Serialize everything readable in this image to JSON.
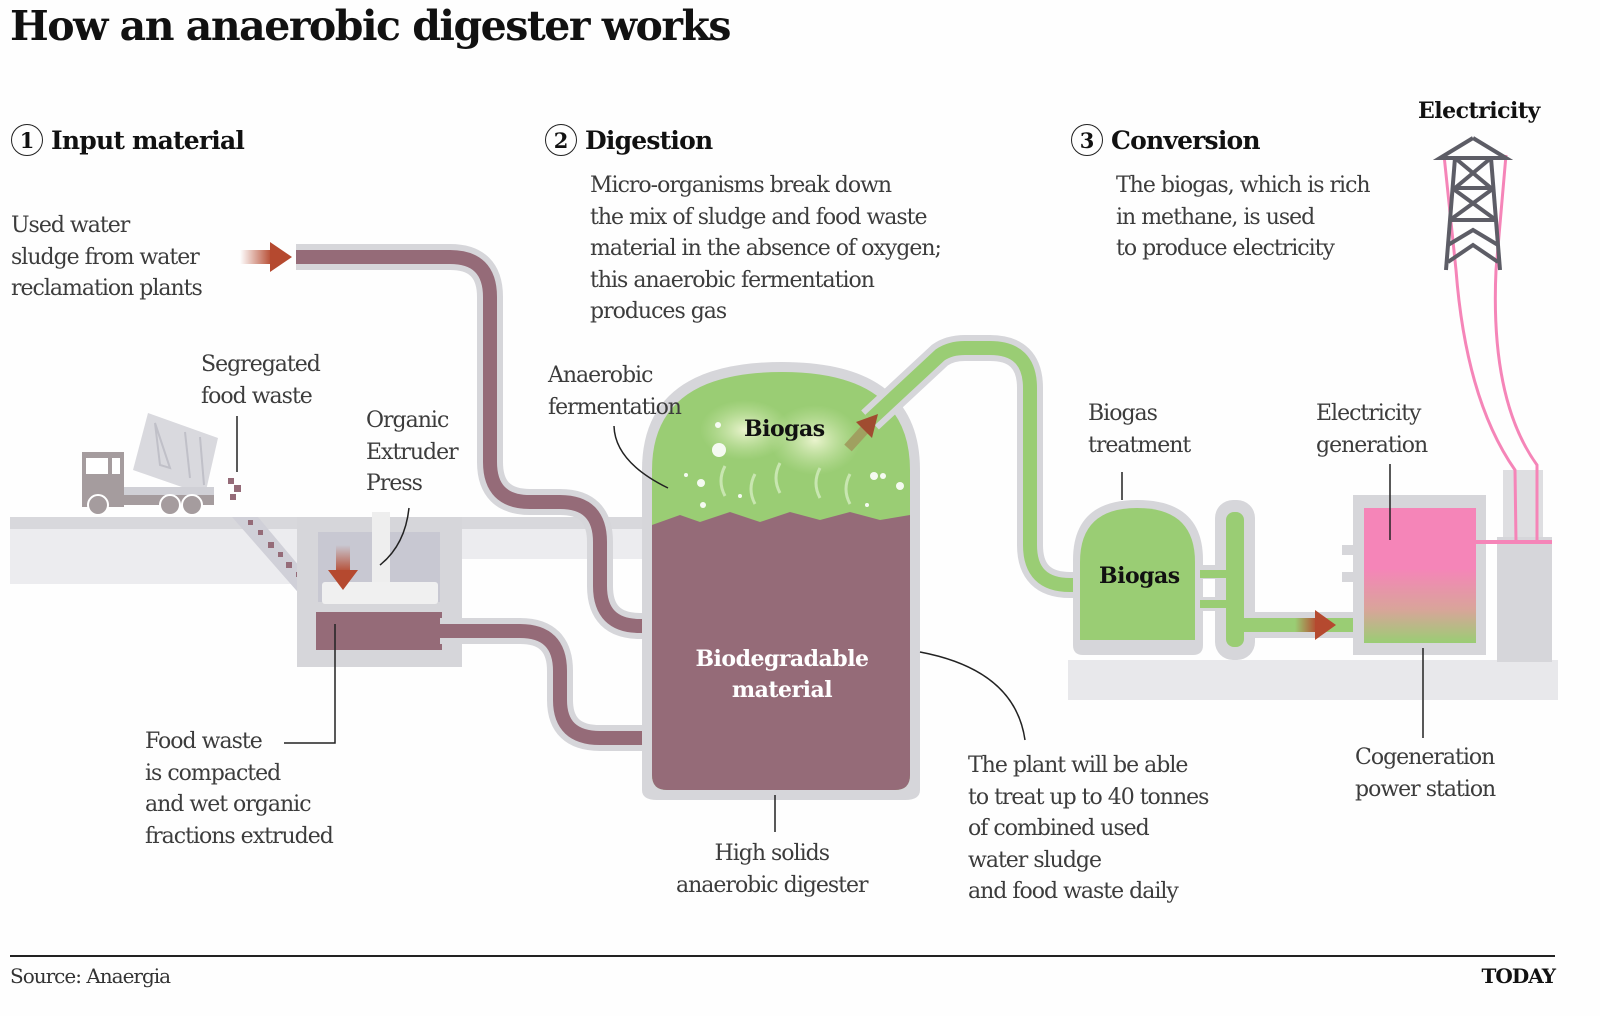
{
  "title": "How an anaerobic digester works",
  "steps": [
    {
      "number": "1",
      "label": "Input material"
    },
    {
      "number": "2",
      "label": "Digestion",
      "description": "Micro-organisms break down\nthe mix of sludge and food waste\nmaterial in the absence of oxygen;\nthis anaerobic fermentation\nproduces gas"
    },
    {
      "number": "3",
      "label": "Conversion",
      "description": "The biogas, which is rich\nin methane, is used\nto produce electricity"
    }
  ],
  "labels": {
    "used_water_sludge": "Used water\nsludge from water\nreclamation plants",
    "segregated_food_waste": "Segregated\nfood waste",
    "organic_extruder_press": "Organic\nExtruder\nPress",
    "food_waste_compacted": "Food waste\nis compacted\nand wet organic\nfractions extruded",
    "anaerobic_fermentation": "Anaerobic\nfermentation",
    "biogas_digester": "Biogas",
    "biodegradable_material": "Biodegradable\nmaterial",
    "high_solids_digester": "High solids\nanaerobic digester",
    "plant_capacity": "The plant will be able\nto treat up to 40 tonnes\nof combined used\nwater sludge\nand food waste daily",
    "biogas_treatment": "Biogas\ntreatment",
    "biogas_tank": "Biogas",
    "electricity_generation": "Electricity\ngeneration",
    "cogeneration_power_station": "Cogeneration\npower station",
    "electricity": "Electricity"
  },
  "icons": {
    "truck": "dump-truck-icon",
    "pylon": "electricity-pylon-icon",
    "arrow": "flow-arrow-icon"
  },
  "colors": {
    "sludge": "#956b78",
    "biogas": "#9acd74",
    "pipe_casing": "#d6d6da",
    "electricity": "#f585b8",
    "arrow": "#b5492f",
    "ground": "#e4e4e8",
    "pylon": "#5d5d66"
  },
  "footer": {
    "source": "Source: Anaergia",
    "brand": "TODAY"
  }
}
